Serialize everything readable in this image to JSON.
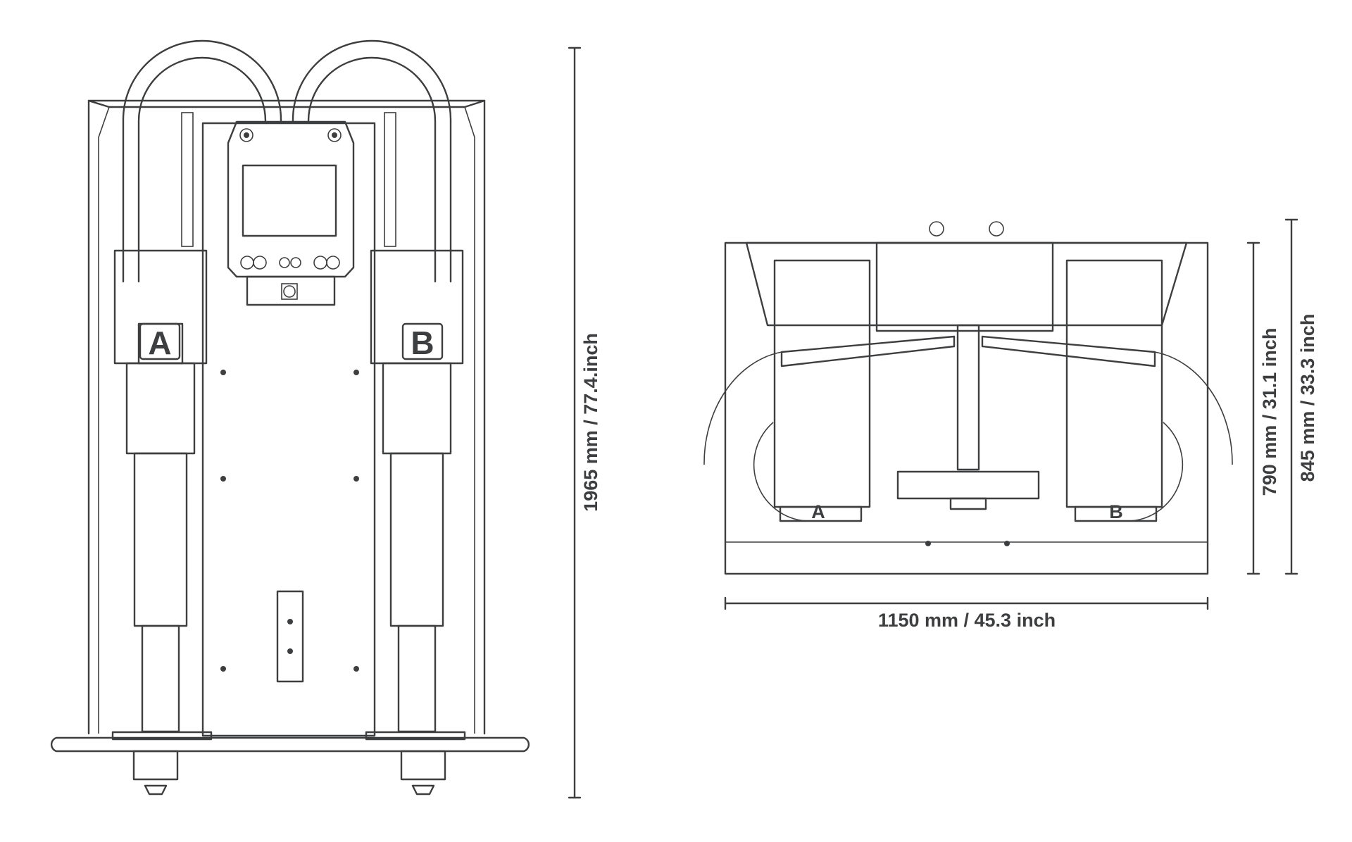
{
  "dimensions": {
    "height": "1965 mm / 77.4.inch",
    "depth_inner": "790 mm / 31.1 inch",
    "depth_outer": "845 mm / 33.3 inch",
    "width": "1150 mm / 45.3 inch"
  },
  "labels": {
    "side_a": "A",
    "side_b": "B"
  },
  "colors": {
    "line": "#3d3e40",
    "background": "#ffffff"
  }
}
